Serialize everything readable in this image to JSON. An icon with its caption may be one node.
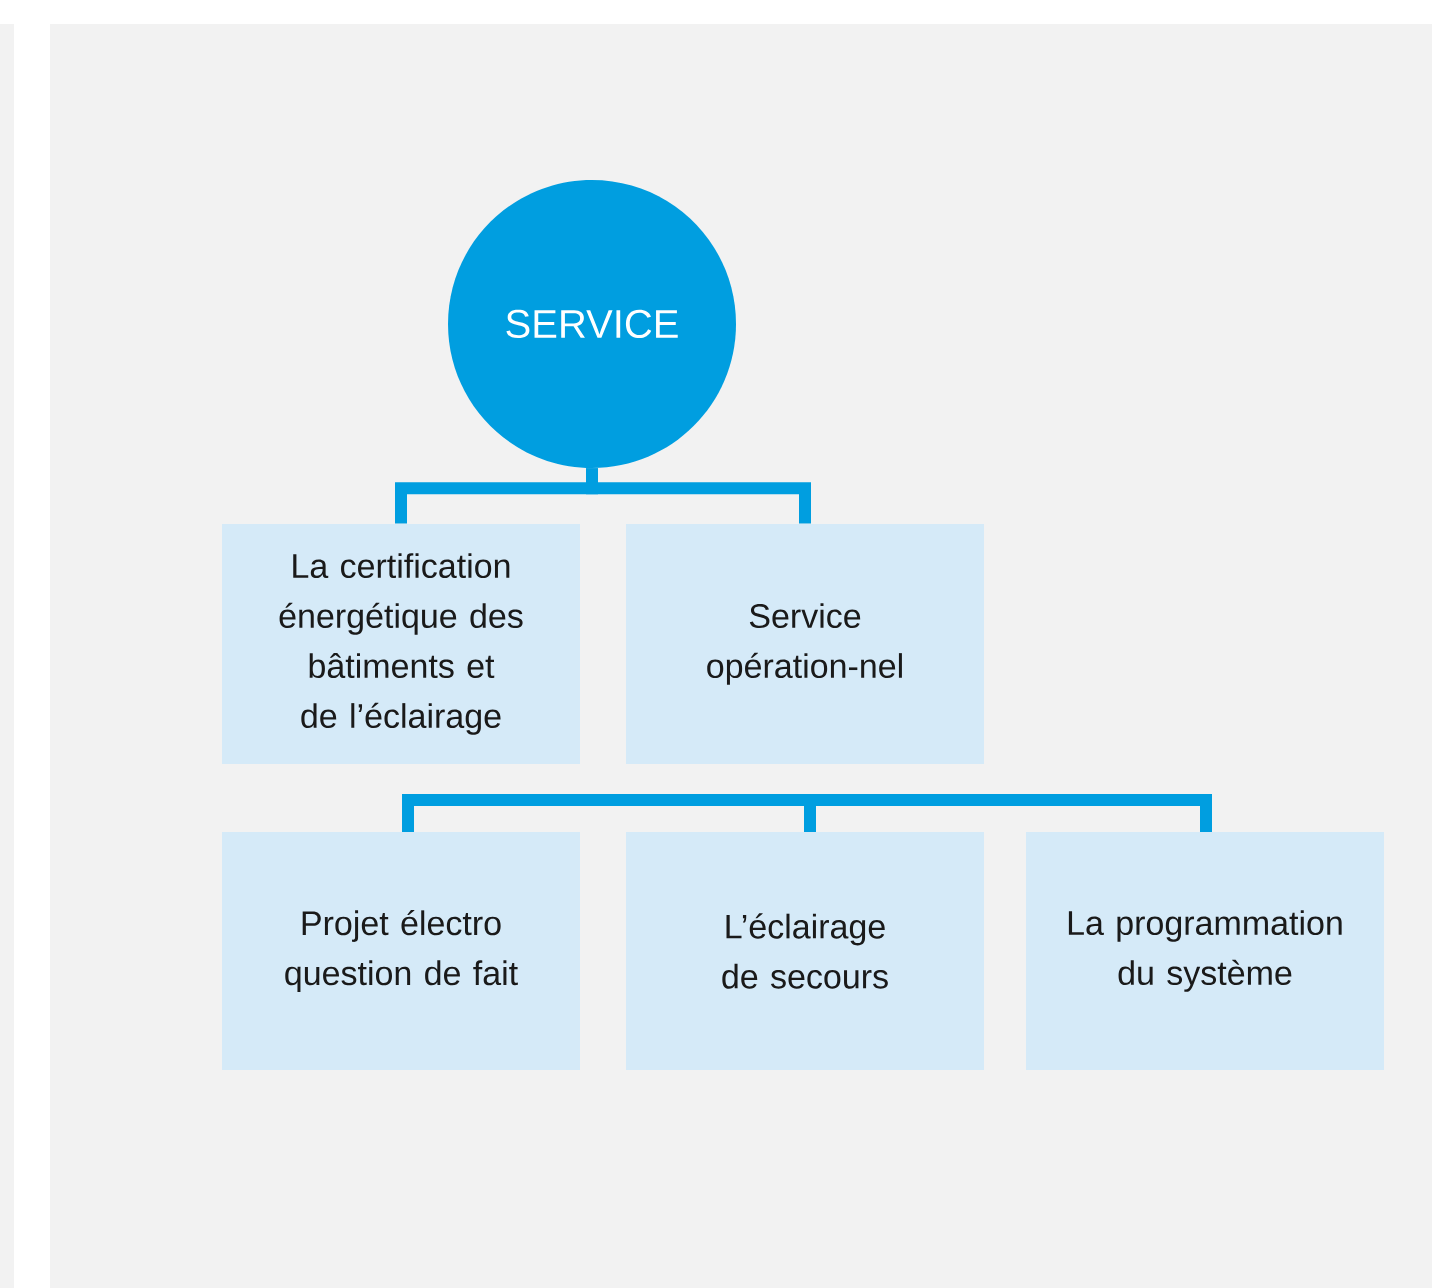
{
  "diagram": {
    "nodes": [
      {
        "text": [
          "SERVICE"
        ]
      },
      {
        "text": [
          "La certification énergétique des bâtiments et de l’éclairage"
        ]
      },
      {
        "text": [
          "Service opération-nel"
        ]
      },
      {
        "text": [
          "Projet électro question de fait"
        ]
      },
      {
        "text": [
          "L’éclairage de secours"
        ]
      },
      {
        "text": [
          "La programmation du système"
        ]
      }
    ],
    "edges": [
      {
        "from": 0,
        "to": 1,
        "arrow": "none"
      },
      {
        "from": 0,
        "to": 2,
        "arrow": "none"
      }
    ]
  }
}
